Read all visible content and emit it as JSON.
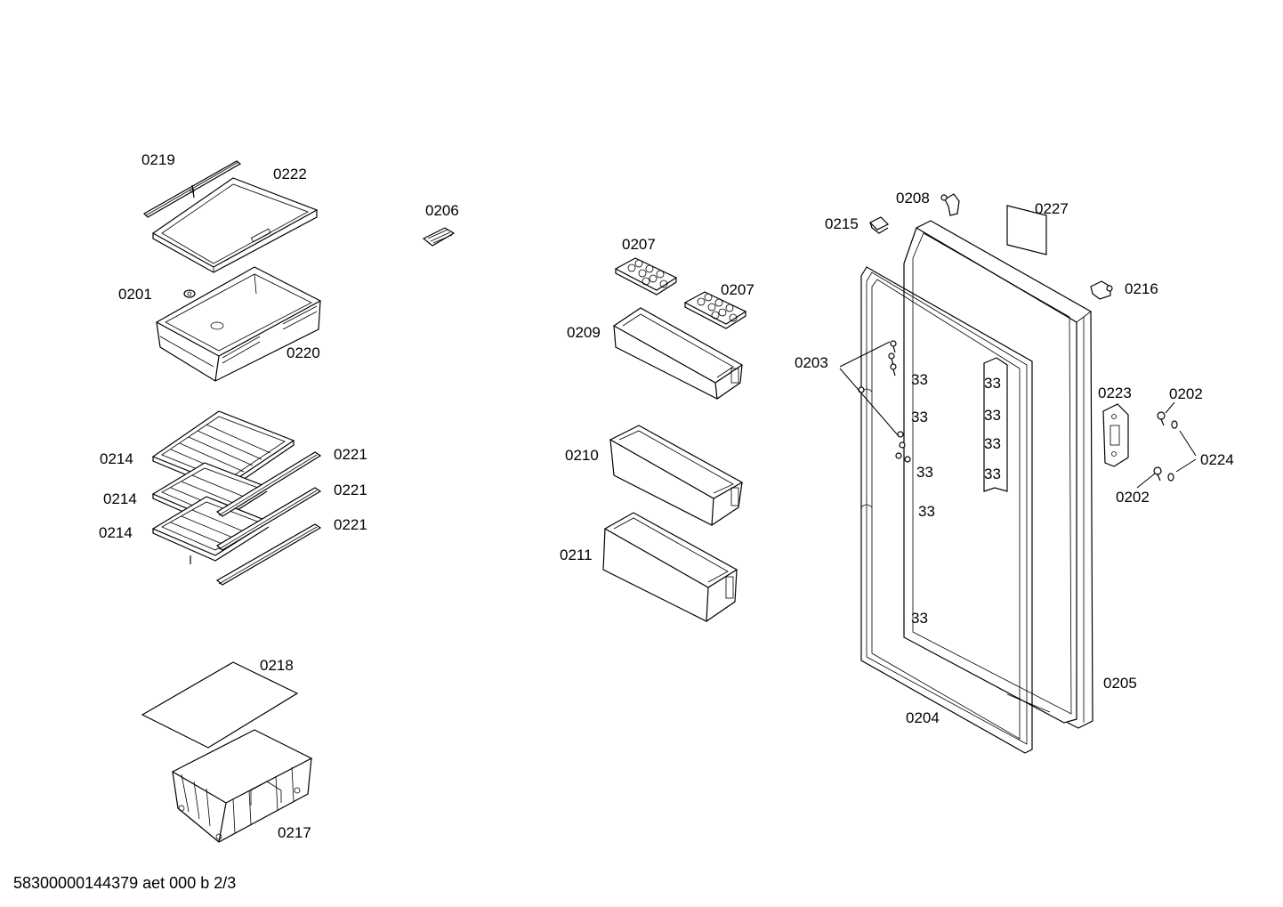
{
  "labels": {
    "p0219": "0219",
    "p0222": "0222",
    "p0206": "0206",
    "p0201": "0201",
    "p0220": "0220",
    "p0207a": "0207",
    "p0207b": "0207",
    "p0209": "0209",
    "p0210": "0210",
    "p0211": "0211",
    "p0214a": "0214",
    "p0214b": "0214",
    "p0214c": "0214",
    "p0221a": "0221",
    "p0221b": "0221",
    "p0221c": "0221",
    "p0218": "0218",
    "p0217": "0217",
    "p0208": "0208",
    "p0215": "0215",
    "p0227": "0227",
    "p0216": "0216",
    "p0203": "0203",
    "p0223": "0223",
    "p0202a": "0202",
    "p0202b": "0202",
    "p0224": "0224",
    "p0204": "0204",
    "p0205": "0205"
  },
  "footer": {
    "doc_code": "58300000144379 aet 000 b 2/3"
  },
  "colors": {
    "line": "#000000",
    "background": "#ffffff"
  }
}
